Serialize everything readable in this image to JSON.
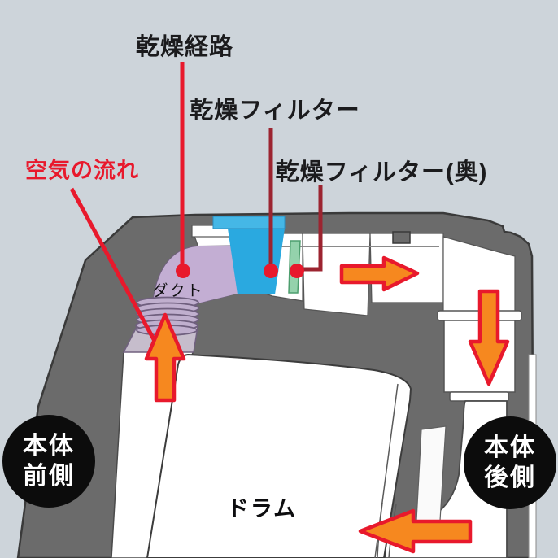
{
  "diagram": {
    "description": "Cross-section diagram of a drum washer-dryer showing the drying air circulation path",
    "labels": {
      "drying_path": "乾燥経路",
      "drying_filter": "乾燥フィルター",
      "drying_filter_back": "乾燥フィルター(奥)",
      "air_flow": "空気の流れ",
      "duct": "ダクト",
      "drum": "ドラム",
      "front_badge_line1": "本体",
      "front_badge_line2": "前側",
      "back_badge_line1": "本体",
      "back_badge_line2": "後側"
    },
    "colors": {
      "background": "#cdd4da",
      "body_gray": "#6b6b6b",
      "body_outline": "#3a3a3a",
      "cavity_white": "#ffffff",
      "duct_purple": "#c3aed3",
      "duct_lower_lavender": "#c6bdcc",
      "filter_blue": "#2aa9e0",
      "filter_tab_blue": "#45b7e6",
      "filter_green": "#94d2ac",
      "arrow_orange": "#f6881f",
      "arrow_outline_red": "#e8192c",
      "leader_line_red": "#e8192c",
      "leader_line_dark_red": "#9c2430",
      "badge_black": "#0c0c0c",
      "label_black": "#1b1b1d"
    }
  }
}
